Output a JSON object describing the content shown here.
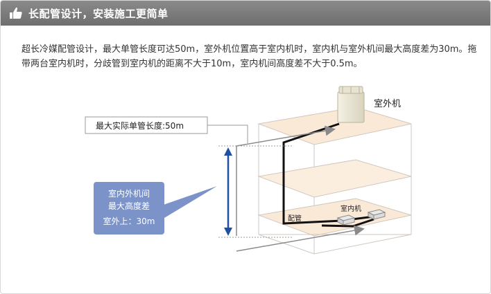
{
  "header": {
    "title": "长配管设计，安装施工更简单",
    "icon": "thumbs-up-icon"
  },
  "description": "超长冷媒配管设计，最大单管长度可达50m，室外机位置高于室内机时，室内机与室外机间最大高度差为30m。拖带两台室内机时，分歧管到室内机的距离不大于10m，室内机间高度差不大于0.5m。",
  "diagram": {
    "outdoor_unit_label": "室外机",
    "indoor_unit_label": "室内机",
    "pipe_label": "配管",
    "max_pipe_callout": "最大实际单管长度:50m",
    "height_callout": {
      "line1": "室内外机间",
      "line2": "最大高度差",
      "line3": "室外上：30m"
    },
    "colors": {
      "header": "#7a7a7a",
      "callout_blue": "#7b93c9",
      "arrow_blue": "#1f4fa0",
      "floor_fill": "#fbe9d8"
    }
  }
}
